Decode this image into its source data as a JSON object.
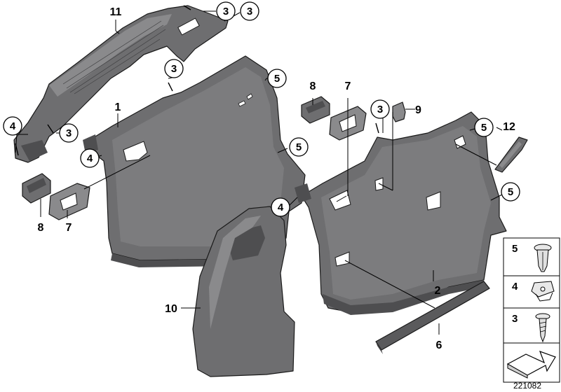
{
  "diagram": {
    "drawing_number": "221082",
    "colors": {
      "panel_main": "#6e6e70",
      "panel_light": "#8a8a8c",
      "panel_dark": "#4e4e50",
      "outline": "#1a1a1a",
      "background": "#ffffff"
    },
    "parts": [
      {
        "key": "p1",
        "label": "1"
      },
      {
        "key": "p2",
        "label": "2"
      },
      {
        "key": "p3",
        "label": "3"
      },
      {
        "key": "p4",
        "label": "4"
      },
      {
        "key": "p5",
        "label": "5"
      },
      {
        "key": "p6",
        "label": "6"
      },
      {
        "key": "p7",
        "label": "7"
      },
      {
        "key": "p8",
        "label": "8"
      },
      {
        "key": "p9",
        "label": "9"
      },
      {
        "key": "p10",
        "label": "10"
      },
      {
        "key": "p11",
        "label": "11"
      },
      {
        "key": "p12",
        "label": "12"
      }
    ],
    "legend": [
      {
        "label": "5",
        "icon": "expanding-rivet-icon"
      },
      {
        "label": "4",
        "icon": "spring-nut-icon"
      },
      {
        "label": "3",
        "icon": "screw-icon"
      }
    ],
    "legend_arrow_icon": "direction-arrow-icon"
  }
}
